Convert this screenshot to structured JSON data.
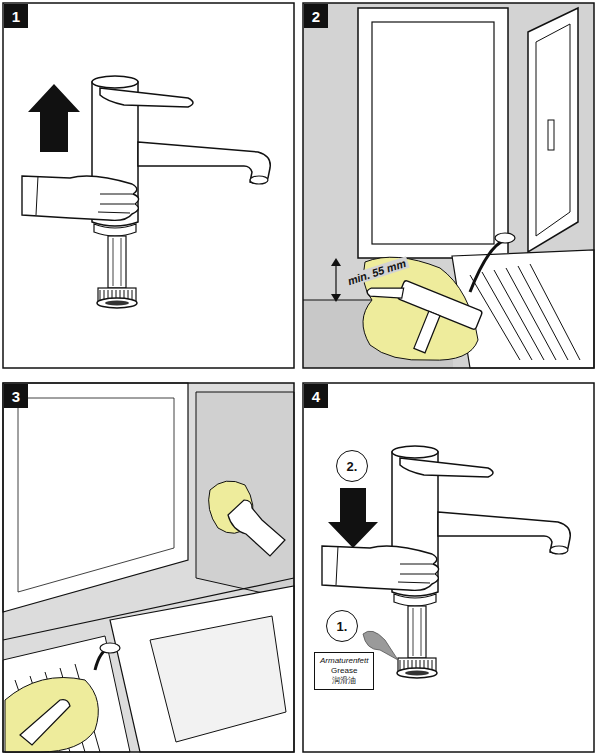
{
  "diagram": {
    "nodes": [
      {
        "text": [
          "1"
        ]
      },
      {
        "text": [
          "2"
        ]
      },
      {
        "text": [
          "3"
        ]
      },
      {
        "text": [
          "4"
        ]
      },
      {
        "text": [
          "2."
        ]
      },
      {
        "text": [
          "1."
        ]
      },
      {
        "text": [
          "Armaturenfett",
          "Grease",
          "润滑油"
        ]
      }
    ],
    "labels": [
      "min. 55 mm"
    ]
  }
}
